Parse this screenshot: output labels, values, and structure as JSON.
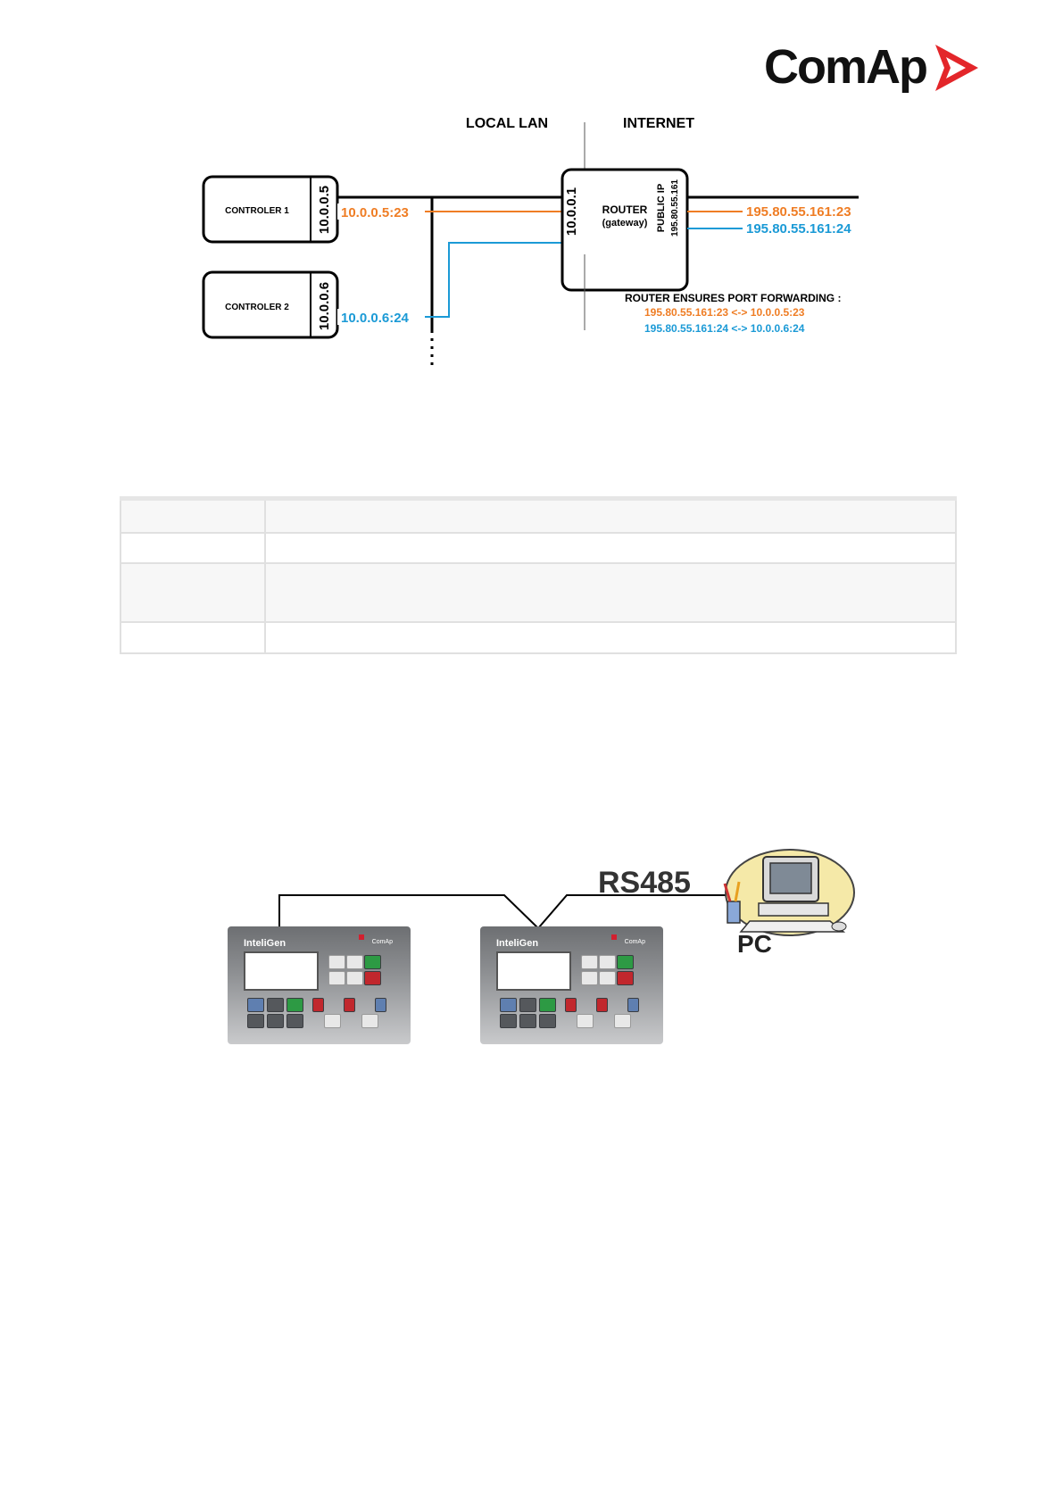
{
  "logo": {
    "text": "ComAp",
    "accent": "#e3262a"
  },
  "network_diagram": {
    "header_left": "LOCAL LAN",
    "header_right": "INTERNET",
    "controller1": {
      "label": "CONTROLER 1",
      "ip": "10.0.0.5",
      "port_addr": "10.0.0.5:23"
    },
    "controller2": {
      "label": "CONTROLER 2",
      "ip": "10.0.0.6",
      "port_addr": "10.0.0.6:24"
    },
    "router": {
      "label": "ROUTER",
      "sublabel": "(gateway)",
      "lan_ip": "10.0.0.1",
      "public_ip_label": "PUBLIC IP",
      "public_ip": "195.80.55.161"
    },
    "public_ports": [
      "195.80.55.161:23",
      "195.80.55.161:24"
    ],
    "forwarding_title": "ROUTER ENSURES  PORT FORWARDING :",
    "forwarding_rules": [
      "195.80.55.161:23 <-> 10.0.0.5:23",
      "195.80.55.161:24 <-> 10.0.0.6:24"
    ],
    "colors": {
      "orange": "#ef7d24",
      "blue": "#1b9ad6"
    }
  },
  "rs485_diagram": {
    "bus_label": "RS485",
    "pc_label": "PC",
    "panels": [
      {
        "brand": "InteliGen",
        "maker": "ComAp"
      },
      {
        "brand": "InteliGen",
        "maker": "ComAp"
      }
    ]
  }
}
